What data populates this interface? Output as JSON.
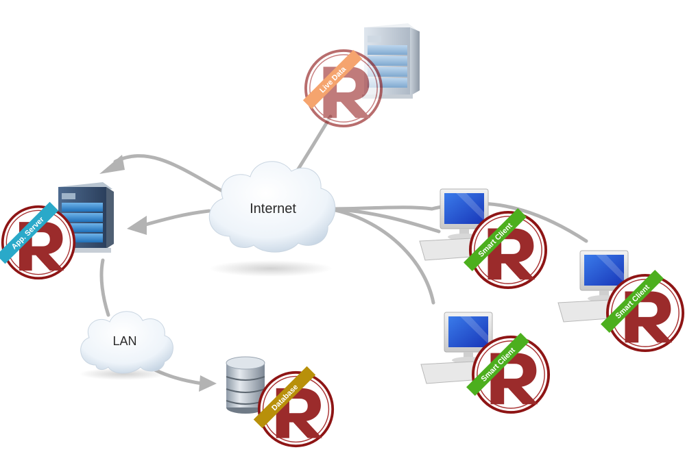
{
  "diagram": {
    "clouds": {
      "internet": {
        "label": "Internet"
      },
      "lan": {
        "label": "LAN"
      }
    },
    "nodes": {
      "live_data": {
        "badge": "Live Data",
        "badge_color": "#f5a46e",
        "device": "server"
      },
      "app_server": {
        "badge": "App. Server",
        "badge_color": "#2aa9c9",
        "device": "server"
      },
      "database": {
        "badge": "Database",
        "badge_color": "#b8900a",
        "device": "database"
      },
      "client_1": {
        "badge": "Smart Client",
        "badge_color": "#4caf1e",
        "device": "workstation"
      },
      "client_2": {
        "badge": "Smart Client",
        "badge_color": "#4caf1e",
        "device": "workstation"
      },
      "client_3": {
        "badge": "Smart Client",
        "badge_color": "#4caf1e",
        "device": "workstation"
      }
    },
    "logo_letter": "R",
    "logo_color": "#9b1c1c",
    "connector_color": "#b3b3b3",
    "connections": [
      {
        "from": "Live Data",
        "to": "Internet"
      },
      {
        "from": "Internet",
        "to": "App. Server",
        "arrow": true
      },
      {
        "from": "Internet",
        "to": "App. Server",
        "arrow": true
      },
      {
        "from": "Internet",
        "to": "Smart Client"
      },
      {
        "from": "App. Server",
        "to": "LAN"
      },
      {
        "from": "LAN",
        "to": "Database",
        "arrow": true
      }
    ]
  }
}
